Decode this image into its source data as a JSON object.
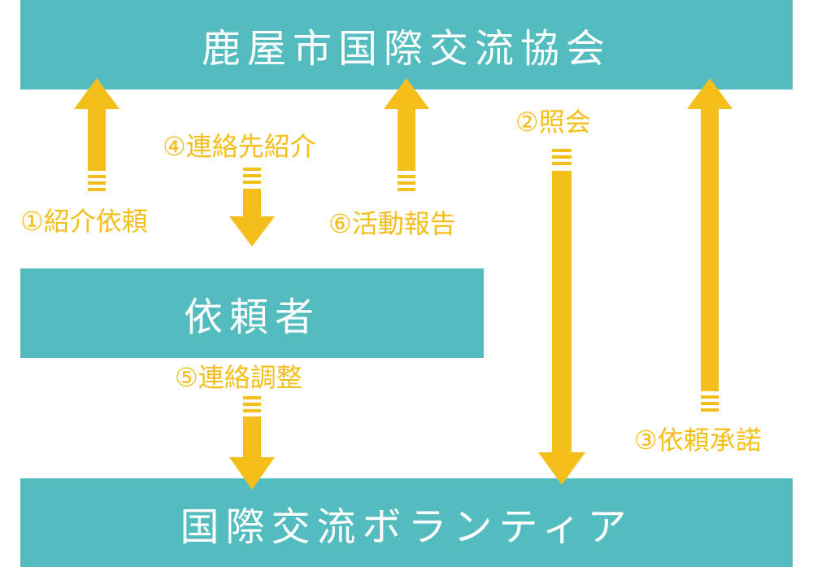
{
  "nodes": {
    "association": "鹿屋市国際交流協会",
    "requester": "依頼者",
    "volunteer": "国際交流ボランティア"
  },
  "steps": {
    "s1": "①紹介依頼",
    "s2": "②照会",
    "s3": "③依頼承諾",
    "s4": "④連絡先紹介",
    "s5": "⑤連絡調整",
    "s6": "⑥活動報告"
  },
  "colors": {
    "box": "#53bcbf",
    "arrow": "#f4bf1a",
    "text_on_box": "#ffffff"
  }
}
